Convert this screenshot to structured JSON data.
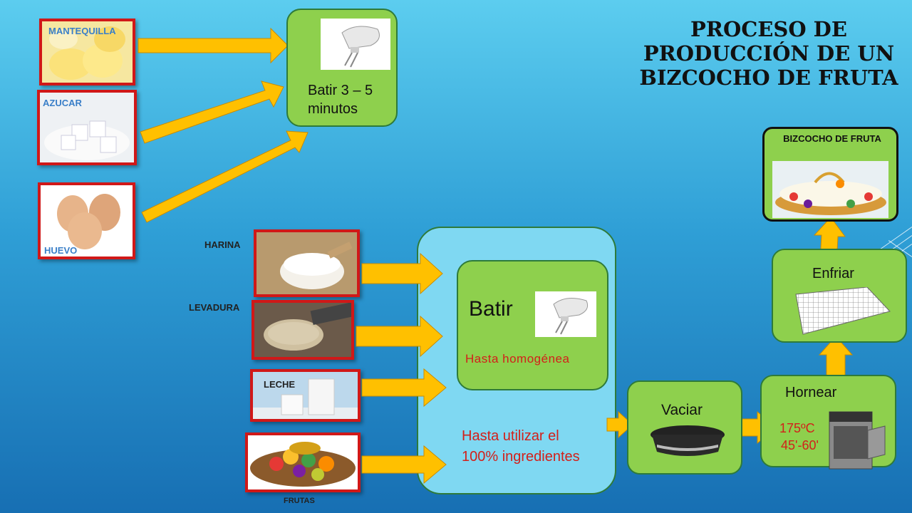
{
  "title": "PROCESO DE PRODUCCIÓN DE UN BIZCOCHO DE FRUTA",
  "ingredients": {
    "mantequilla": "MANTEQUILLA",
    "azucar": "AZUCAR",
    "huevo": "HUEVO",
    "harina": "HARINA",
    "levadura": "LEVADURA",
    "leche": "LECHE",
    "frutas": "FRUTAS"
  },
  "steps": {
    "batir_first": "Batir 3 – 5 minutos",
    "batir_second_title": "Batir",
    "batir_second_note": "Hasta homogénea",
    "mix_note": "Hasta utilizar el 100% ingredientes",
    "vaciar": "Vaciar",
    "hornear": "Hornear",
    "hornear_temp": "175ºC",
    "hornear_time": "45'-60'",
    "enfriar": "Enfriar",
    "result": "BIZCOCHO DE FRUTA"
  },
  "colors": {
    "arrow": "#ffc000",
    "step_fill": "#8ed04d",
    "big_box": "#7fd8f2",
    "frame": "#d01818",
    "accent_red": "#d3201a"
  }
}
